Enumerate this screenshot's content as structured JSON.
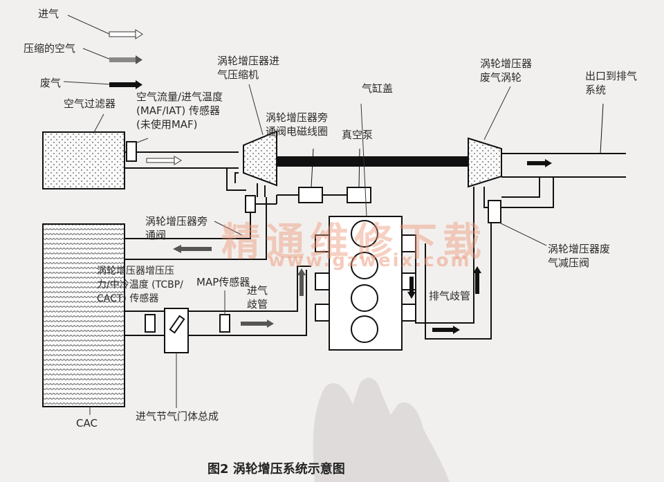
{
  "legend": {
    "intake": "进气",
    "compressed": "压缩的空气",
    "exhaust": "废气"
  },
  "labels": {
    "air_filter": "空气过滤器",
    "maf_sensor": "空气流量/进气温度\n(MAF/IAT) 传感器\n(未使用MAF)",
    "compressor": "涡轮增压器进\n气压缩机",
    "bypass_solenoid": "涡轮增压器旁\n通阀电磁线圈",
    "vacuum_pump": "真空泵",
    "cylinder_head": "气缸盖",
    "turbine": "涡轮增压器\n废气涡轮",
    "exhaust_outlet": "出口到排气\n系统",
    "bypass_valve": "涡轮增压器旁\n通阀",
    "wastegate": "涡轮增压器废\n气减压阀",
    "tcbp_sensor": "涡轮增压器增压压\n力/中冷温度 (TCBP/\nCACT) 传感器",
    "map_sensor": "MAP传感器",
    "intake_manifold": "进气\n歧管",
    "exhaust_manifold": "排气歧管",
    "cac": "CAC",
    "throttle_body": "进气节气门体总成"
  },
  "caption": "图2  涡轮增压系统示意图",
  "watermark": {
    "title": "精通维修下载",
    "url": "www.gzweix.com"
  },
  "colors": {
    "line": "#1a1a1a",
    "fill": "#ffffff",
    "background": "#f2f0ee",
    "watermark": "#ec9678"
  }
}
